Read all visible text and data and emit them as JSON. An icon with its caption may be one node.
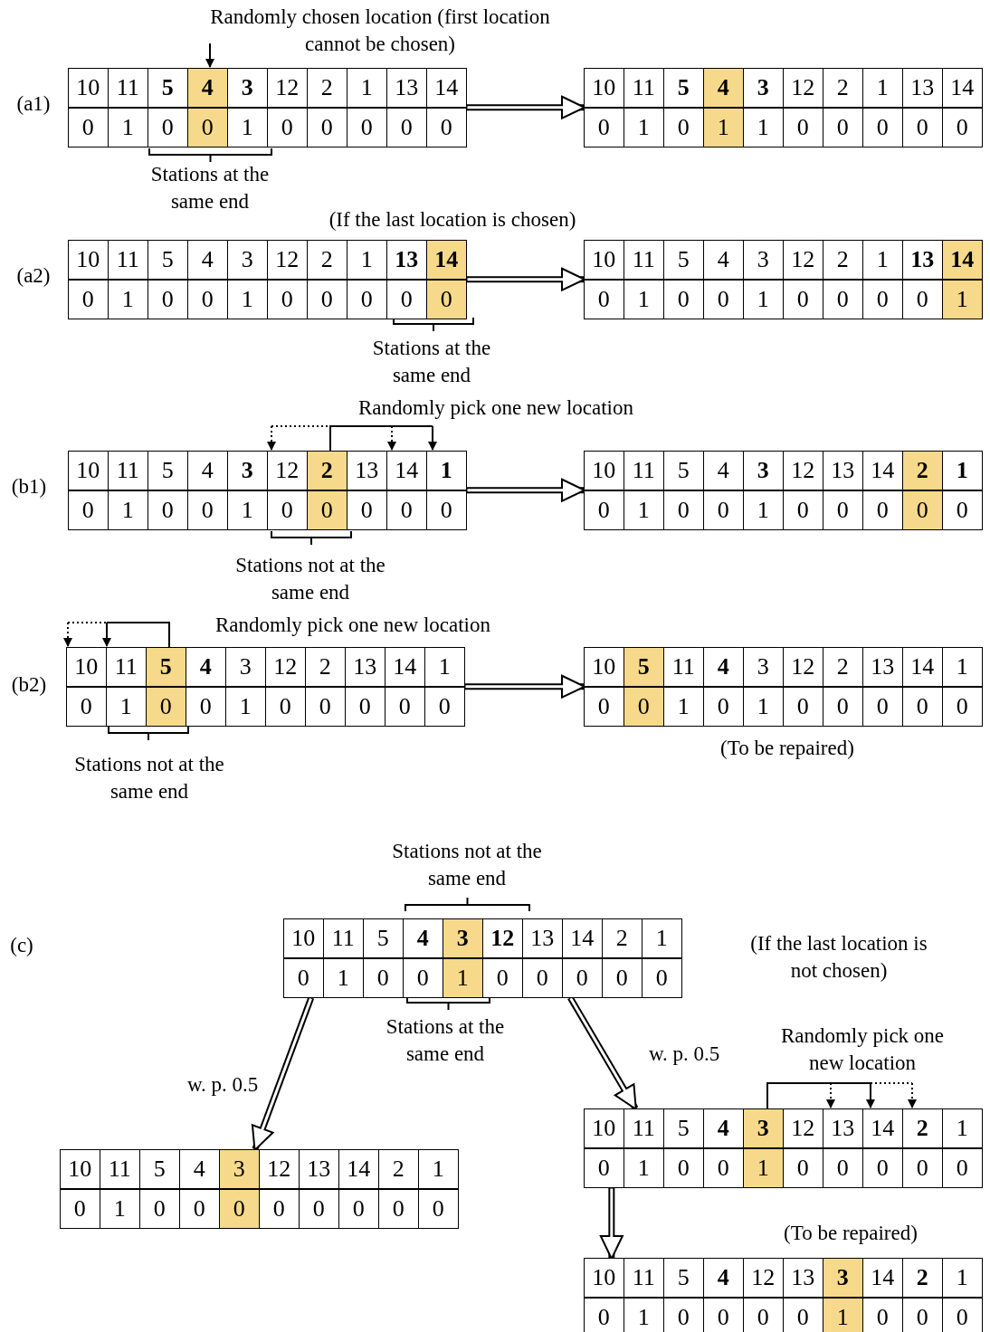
{
  "diagram": {
    "nodes": [
      {
        "text": [
          "10",
          "11",
          "5",
          "4",
          "3",
          "12",
          "2",
          "1",
          "13",
          "14",
          "0",
          "1",
          "0",
          "0",
          "1",
          "0",
          "0",
          "0",
          "0",
          "0"
        ]
      },
      {
        "text": [
          "10",
          "11",
          "5",
          "4",
          "3",
          "12",
          "2",
          "1",
          "13",
          "14",
          "0",
          "1",
          "0",
          "1",
          "1",
          "0",
          "0",
          "0",
          "0",
          "0"
        ]
      },
      {
        "text": [
          "10",
          "11",
          "5",
          "4",
          "3",
          "12",
          "2",
          "1",
          "13",
          "14",
          "0",
          "1",
          "0",
          "0",
          "1",
          "0",
          "0",
          "0",
          "0",
          "0"
        ]
      },
      {
        "text": [
          "10",
          "11",
          "5",
          "4",
          "3",
          "12",
          "2",
          "1",
          "13",
          "14",
          "0",
          "1",
          "0",
          "0",
          "1",
          "0",
          "0",
          "0",
          "0",
          "1"
        ]
      },
      {
        "text": [
          "10",
          "11",
          "5",
          "4",
          "3",
          "12",
          "2",
          "13",
          "14",
          "1",
          "0",
          "1",
          "0",
          "0",
          "1",
          "0",
          "0",
          "0",
          "0",
          "0"
        ]
      },
      {
        "text": [
          "10",
          "11",
          "5",
          "4",
          "3",
          "12",
          "13",
          "14",
          "2",
          "1",
          "0",
          "1",
          "0",
          "0",
          "1",
          "0",
          "0",
          "0",
          "0",
          "0"
        ]
      },
      {
        "text": [
          "10",
          "11",
          "5",
          "4",
          "3",
          "12",
          "2",
          "13",
          "14",
          "1",
          "0",
          "1",
          "0",
          "0",
          "1",
          "0",
          "0",
          "0",
          "0",
          "0"
        ]
      },
      {
        "text": [
          "10",
          "5",
          "11",
          "4",
          "3",
          "12",
          "2",
          "13",
          "14",
          "1",
          "0",
          "0",
          "1",
          "0",
          "1",
          "0",
          "0",
          "0",
          "0",
          "0"
        ]
      },
      {
        "text": [
          "10",
          "11",
          "5",
          "4",
          "3",
          "12",
          "13",
          "14",
          "2",
          "1",
          "0",
          "1",
          "0",
          "0",
          "1",
          "0",
          "0",
          "0",
          "0",
          "0"
        ]
      },
      {
        "text": [
          "10",
          "11",
          "5",
          "4",
          "3",
          "12",
          "13",
          "14",
          "2",
          "1",
          "0",
          "1",
          "0",
          "0",
          "1",
          "0",
          "0",
          "0",
          "0",
          "0"
        ]
      },
      {
        "text": [
          "10",
          "11",
          "5",
          "4",
          "3",
          "12",
          "13",
          "14",
          "2",
          "1",
          "0",
          "1",
          "0",
          "0",
          "0",
          "0",
          "0",
          "0",
          "0",
          "0"
        ]
      },
      {
        "text": [
          "10",
          "11",
          "5",
          "4",
          "12",
          "13",
          "3",
          "14",
          "2",
          "1",
          "0",
          "1",
          "0",
          "0",
          "0",
          "0",
          "1",
          "0",
          "0",
          "0"
        ]
      }
    ],
    "edges": [
      {
        "from": 0,
        "to": 1,
        "arrow": "to"
      },
      {
        "from": 2,
        "to": 3,
        "arrow": "to"
      },
      {
        "from": 4,
        "to": 5,
        "arrow": "to"
      },
      {
        "from": 6,
        "to": 7,
        "arrow": "to"
      },
      {
        "from": 8,
        "to": 9,
        "arrow": "to",
        "label": "w. p. 0.5"
      },
      {
        "from": 8,
        "to": 10,
        "arrow": "to",
        "label": "w. p. 0.5"
      },
      {
        "from": 9,
        "to": 11,
        "arrow": "to"
      }
    ],
    "labels": [
      "Randomly chosen location (first location cannot be chosen)",
      "(a1)",
      "Stations at the same end",
      "(If the last location is chosen)",
      "(a2)",
      "Stations at the same end",
      "Randomly pick one new location",
      "(b1)",
      "Stations not at the same end",
      "Randomly pick one new location",
      "(b2)",
      "(To be repaired)",
      "Stations not at the same end",
      "Stations not at the same end",
      "(c)",
      "(If the last location is not chosen)",
      "Stations at the same end",
      "Randomly pick one new location",
      "(To be repaired)"
    ]
  }
}
